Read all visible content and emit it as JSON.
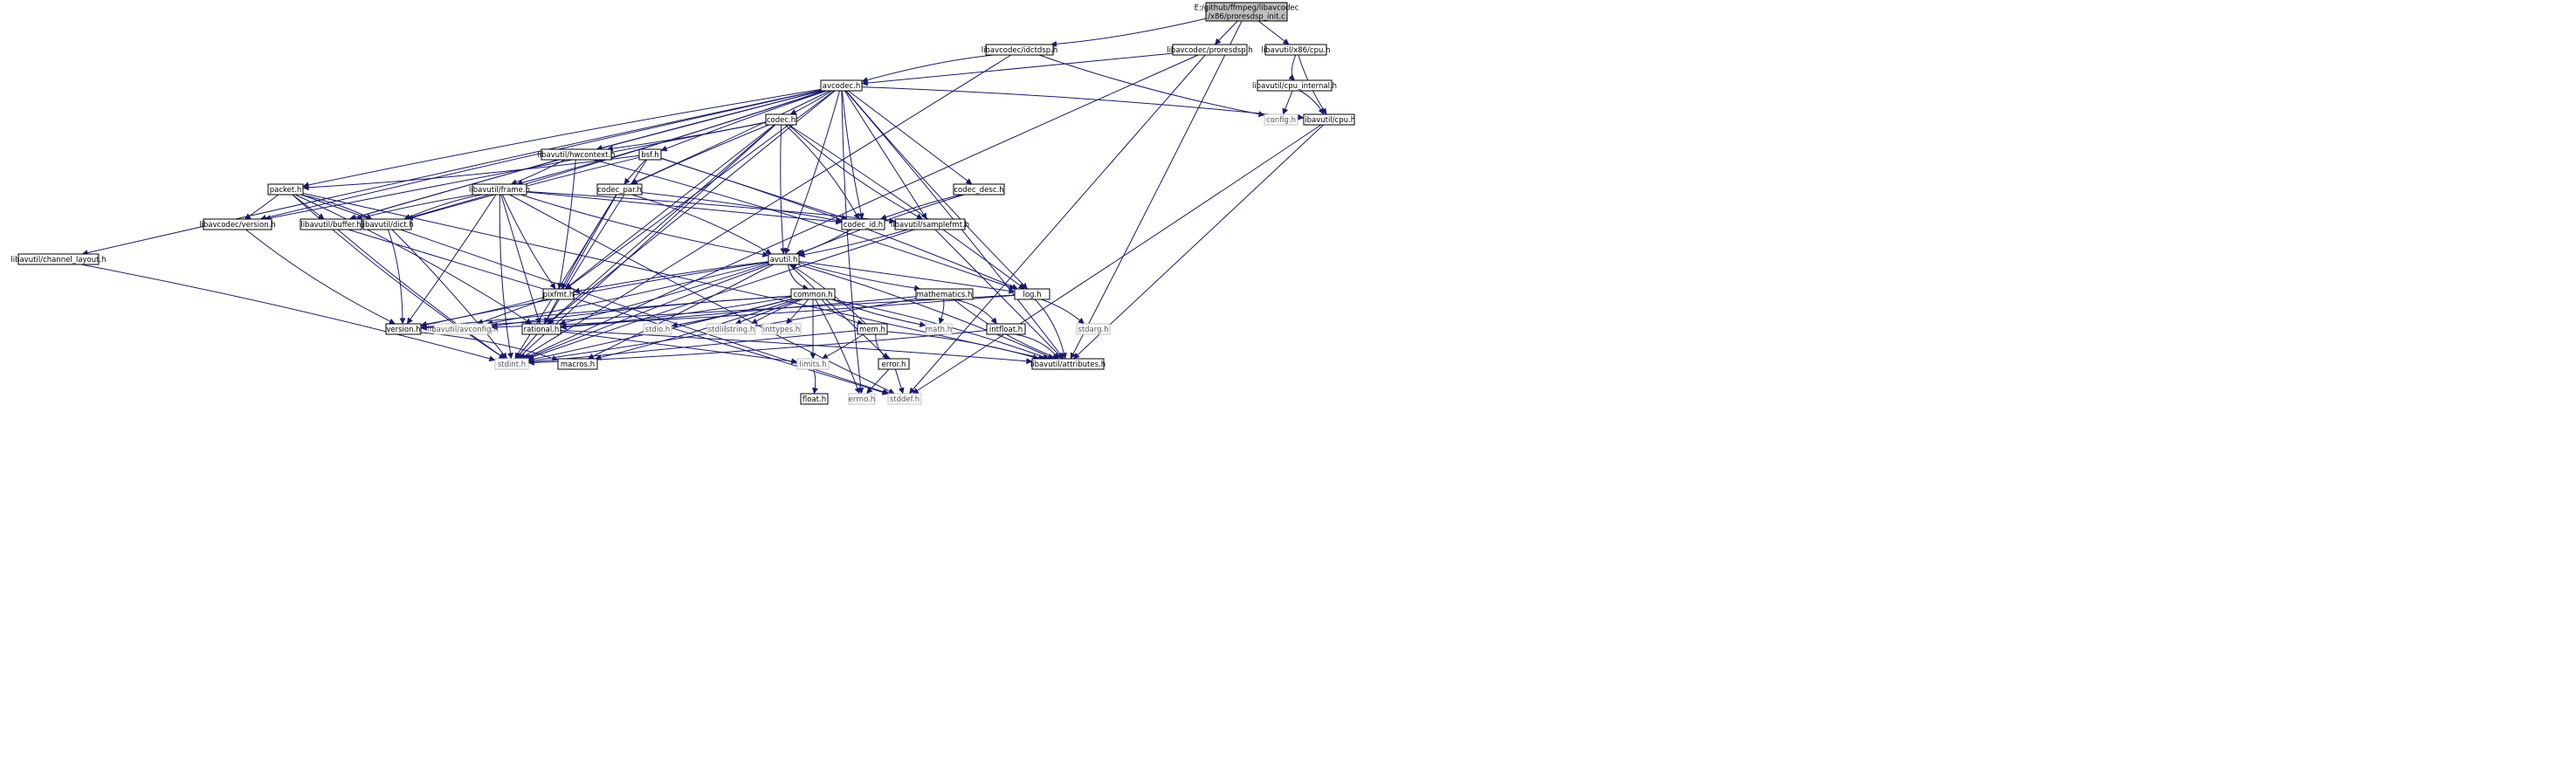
{
  "graph": {
    "arrow_color": "#191970",
    "root_fill": "#bfbfbf",
    "system_border": "#bfbfbf",
    "nodes": [
      {
        "id": "root",
        "lines": [
          "E:/github/ffmpeg/libavcodec",
          "/x86/proresdsp_init.c"
        ],
        "kind": "root"
      },
      {
        "id": "idctdsp",
        "lines": [
          "libavcodec/idctdsp.h"
        ],
        "kind": "header"
      },
      {
        "id": "proresdsp",
        "lines": [
          "libavcodec/proresdsp.h"
        ],
        "kind": "header"
      },
      {
        "id": "x86cpu",
        "lines": [
          "libavutil/x86/cpu.h"
        ],
        "kind": "header"
      },
      {
        "id": "cpu_internal",
        "lines": [
          "libavutil/cpu_internal.h"
        ],
        "kind": "header"
      },
      {
        "id": "avcodec",
        "lines": [
          "avcodec.h"
        ],
        "kind": "header"
      },
      {
        "id": "config",
        "lines": [
          "config.h"
        ],
        "kind": "system"
      },
      {
        "id": "cpu",
        "lines": [
          "libavutil/cpu.h"
        ],
        "kind": "header"
      },
      {
        "id": "codec",
        "lines": [
          "codec.h"
        ],
        "kind": "header"
      },
      {
        "id": "hwcontext",
        "lines": [
          "libavutil/hwcontext.h"
        ],
        "kind": "header"
      },
      {
        "id": "bsf",
        "lines": [
          "bsf.h"
        ],
        "kind": "header"
      },
      {
        "id": "packet",
        "lines": [
          "packet.h"
        ],
        "kind": "header"
      },
      {
        "id": "frame",
        "lines": [
          "libavutil/frame.h"
        ],
        "kind": "header"
      },
      {
        "id": "codec_par",
        "lines": [
          "codec_par.h"
        ],
        "kind": "header"
      },
      {
        "id": "codec_desc",
        "lines": [
          "codec_desc.h"
        ],
        "kind": "header"
      },
      {
        "id": "avc_version",
        "lines": [
          "libavcodec/version.h"
        ],
        "kind": "header"
      },
      {
        "id": "buffer",
        "lines": [
          "libavutil/buffer.h"
        ],
        "kind": "header"
      },
      {
        "id": "dict",
        "lines": [
          "libavutil/dict.h"
        ],
        "kind": "header"
      },
      {
        "id": "codec_id",
        "lines": [
          "codec_id.h"
        ],
        "kind": "header"
      },
      {
        "id": "samplefmt",
        "lines": [
          "libavutil/samplefmt.h"
        ],
        "kind": "header"
      },
      {
        "id": "channel_layout",
        "lines": [
          "libavutil/channel_layout.h"
        ],
        "kind": "header"
      },
      {
        "id": "avutil",
        "lines": [
          "avutil.h"
        ],
        "kind": "header"
      },
      {
        "id": "pixfmt",
        "lines": [
          "pixfmt.h"
        ],
        "kind": "header"
      },
      {
        "id": "common",
        "lines": [
          "common.h"
        ],
        "kind": "header"
      },
      {
        "id": "mathematics",
        "lines": [
          "mathematics.h"
        ],
        "kind": "header"
      },
      {
        "id": "log",
        "lines": [
          "log.h"
        ],
        "kind": "header"
      },
      {
        "id": "version",
        "lines": [
          "version.h"
        ],
        "kind": "header"
      },
      {
        "id": "avconfig",
        "lines": [
          "libavutil/avconfig.h"
        ],
        "kind": "system"
      },
      {
        "id": "rational",
        "lines": [
          "rational.h"
        ],
        "kind": "header"
      },
      {
        "id": "stdio",
        "lines": [
          "stdio.h"
        ],
        "kind": "system"
      },
      {
        "id": "stdlib",
        "lines": [
          "stdlib.h"
        ],
        "kind": "system"
      },
      {
        "id": "string",
        "lines": [
          "string.h"
        ],
        "kind": "system"
      },
      {
        "id": "inttypes",
        "lines": [
          "inttypes.h"
        ],
        "kind": "system"
      },
      {
        "id": "mem",
        "lines": [
          "mem.h"
        ],
        "kind": "header"
      },
      {
        "id": "math",
        "lines": [
          "math.h"
        ],
        "kind": "system"
      },
      {
        "id": "intfloat",
        "lines": [
          "intfloat.h"
        ],
        "kind": "header"
      },
      {
        "id": "stdarg",
        "lines": [
          "stdarg.h"
        ],
        "kind": "system"
      },
      {
        "id": "stdint",
        "lines": [
          "stdint.h"
        ],
        "kind": "system"
      },
      {
        "id": "macros",
        "lines": [
          "macros.h"
        ],
        "kind": "header"
      },
      {
        "id": "limits",
        "lines": [
          "limits.h"
        ],
        "kind": "system"
      },
      {
        "id": "error",
        "lines": [
          "error.h"
        ],
        "kind": "header"
      },
      {
        "id": "attributes",
        "lines": [
          "libavutil/attributes.h"
        ],
        "kind": "header"
      },
      {
        "id": "errno",
        "lines": [
          "errno.h"
        ],
        "kind": "system"
      },
      {
        "id": "stddef",
        "lines": [
          "stddef.h"
        ],
        "kind": "system"
      },
      {
        "id": "float",
        "lines": [
          "float.h"
        ],
        "kind": "header"
      }
    ],
    "edges": [
      [
        "root",
        "idctdsp"
      ],
      [
        "root",
        "proresdsp"
      ],
      [
        "root",
        "x86cpu"
      ],
      [
        "root",
        "attributes"
      ],
      [
        "idctdsp",
        "avcodec"
      ],
      [
        "idctdsp",
        "config"
      ],
      [
        "idctdsp",
        "stdint"
      ],
      [
        "proresdsp",
        "avcodec"
      ],
      [
        "proresdsp",
        "stdint"
      ],
      [
        "proresdsp",
        "stddef"
      ],
      [
        "x86cpu",
        "cpu_internal"
      ],
      [
        "x86cpu",
        "cpu"
      ],
      [
        "cpu_internal",
        "config"
      ],
      [
        "cpu_internal",
        "cpu"
      ],
      [
        "cpu",
        "attributes"
      ],
      [
        "cpu",
        "stddef"
      ],
      [
        "avcodec",
        "codec"
      ],
      [
        "avcodec",
        "hwcontext"
      ],
      [
        "avcodec",
        "bsf"
      ],
      [
        "avcodec",
        "packet"
      ],
      [
        "avcodec",
        "frame"
      ],
      [
        "avcodec",
        "codec_par"
      ],
      [
        "avcodec",
        "codec_desc"
      ],
      [
        "avcodec",
        "avc_version"
      ],
      [
        "avcodec",
        "buffer"
      ],
      [
        "avcodec",
        "dict"
      ],
      [
        "avcodec",
        "codec_id"
      ],
      [
        "avcodec",
        "samplefmt"
      ],
      [
        "avcodec",
        "channel_layout"
      ],
      [
        "avcodec",
        "avutil"
      ],
      [
        "avcodec",
        "pixfmt"
      ],
      [
        "avcodec",
        "log"
      ],
      [
        "avcodec",
        "rational"
      ],
      [
        "avcodec",
        "attributes"
      ],
      [
        "avcodec",
        "cpu"
      ],
      [
        "avcodec",
        "errno"
      ],
      [
        "codec",
        "hwcontext"
      ],
      [
        "codec",
        "avc_version"
      ],
      [
        "codec",
        "codec_par"
      ],
      [
        "codec",
        "codec_id"
      ],
      [
        "codec",
        "samplefmt"
      ],
      [
        "codec",
        "avutil"
      ],
      [
        "codec",
        "pixfmt"
      ],
      [
        "codec",
        "log"
      ],
      [
        "codec",
        "rational"
      ],
      [
        "codec",
        "stdint"
      ],
      [
        "hwcontext",
        "frame"
      ],
      [
        "hwcontext",
        "buffer"
      ],
      [
        "hwcontext",
        "pixfmt"
      ],
      [
        "hwcontext",
        "log"
      ],
      [
        "bsf",
        "packet"
      ],
      [
        "bsf",
        "codec_par"
      ],
      [
        "bsf",
        "codec_id"
      ],
      [
        "bsf",
        "dict"
      ],
      [
        "bsf",
        "log"
      ],
      [
        "bsf",
        "rational"
      ],
      [
        "packet",
        "avc_version"
      ],
      [
        "packet",
        "buffer"
      ],
      [
        "packet",
        "dict"
      ],
      [
        "packet",
        "rational"
      ],
      [
        "packet",
        "stdint"
      ],
      [
        "packet",
        "stddef"
      ],
      [
        "packet",
        "attributes"
      ],
      [
        "frame",
        "buffer"
      ],
      [
        "frame",
        "dict"
      ],
      [
        "frame",
        "avutil"
      ],
      [
        "frame",
        "pixfmt"
      ],
      [
        "frame",
        "rational"
      ],
      [
        "frame",
        "samplefmt"
      ],
      [
        "frame",
        "version"
      ],
      [
        "frame",
        "stdint"
      ],
      [
        "frame",
        "stddef"
      ],
      [
        "frame",
        "codec_id"
      ],
      [
        "codec_par",
        "codec_id"
      ],
      [
        "codec_par",
        "avutil"
      ],
      [
        "codec_par",
        "pixfmt"
      ],
      [
        "codec_par",
        "rational"
      ],
      [
        "codec_par",
        "stdint"
      ],
      [
        "codec_desc",
        "codec_id"
      ],
      [
        "codec_desc",
        "avutil"
      ],
      [
        "avc_version",
        "version"
      ],
      [
        "buffer",
        "stdint"
      ],
      [
        "buffer",
        "stddef"
      ],
      [
        "dict",
        "stdint"
      ],
      [
        "dict",
        "version"
      ],
      [
        "codec_id",
        "avutil"
      ],
      [
        "samplefmt",
        "avutil"
      ],
      [
        "samplefmt",
        "attributes"
      ],
      [
        "samplefmt",
        "stdint"
      ],
      [
        "channel_layout",
        "stdint"
      ],
      [
        "avutil",
        "common"
      ],
      [
        "avutil",
        "mathematics"
      ],
      [
        "avutil",
        "log"
      ],
      [
        "avutil",
        "pixfmt"
      ],
      [
        "avutil",
        "version"
      ],
      [
        "avutil",
        "rational"
      ],
      [
        "avutil",
        "macros"
      ],
      [
        "avutil",
        "error"
      ],
      [
        "avutil",
        "stdint"
      ],
      [
        "avutil",
        "attributes"
      ],
      [
        "avutil",
        "avconfig"
      ],
      [
        "pixfmt",
        "version"
      ],
      [
        "pixfmt",
        "avconfig"
      ],
      [
        "common",
        "version"
      ],
      [
        "common",
        "avconfig"
      ],
      [
        "common",
        "rational"
      ],
      [
        "common",
        "stdio"
      ],
      [
        "common",
        "stdlib"
      ],
      [
        "common",
        "string"
      ],
      [
        "common",
        "inttypes"
      ],
      [
        "common",
        "mem"
      ],
      [
        "common",
        "math"
      ],
      [
        "common",
        "limits"
      ],
      [
        "common",
        "errno"
      ],
      [
        "common",
        "attributes"
      ],
      [
        "common",
        "macros"
      ],
      [
        "common",
        "stdint"
      ],
      [
        "mathematics",
        "rational"
      ],
      [
        "mathematics",
        "math"
      ],
      [
        "mathematics",
        "intfloat"
      ],
      [
        "mathematics",
        "attributes"
      ],
      [
        "mathematics",
        "stdint"
      ],
      [
        "log",
        "version"
      ],
      [
        "log",
        "stdarg"
      ],
      [
        "log",
        "attributes"
      ],
      [
        "log",
        "avconfig"
      ],
      [
        "rational",
        "stdint"
      ],
      [
        "rational",
        "limits"
      ],
      [
        "rational",
        "attributes"
      ],
      [
        "mem",
        "attributes"
      ],
      [
        "mem",
        "error"
      ],
      [
        "mem",
        "limits"
      ],
      [
        "mem",
        "stdint"
      ],
      [
        "mem",
        "avutil"
      ],
      [
        "intfloat",
        "attributes"
      ],
      [
        "intfloat",
        "stdint"
      ],
      [
        "error",
        "errno"
      ],
      [
        "error",
        "stddef"
      ],
      [
        "limits",
        "float"
      ],
      [
        "version",
        "macros"
      ]
    ]
  }
}
